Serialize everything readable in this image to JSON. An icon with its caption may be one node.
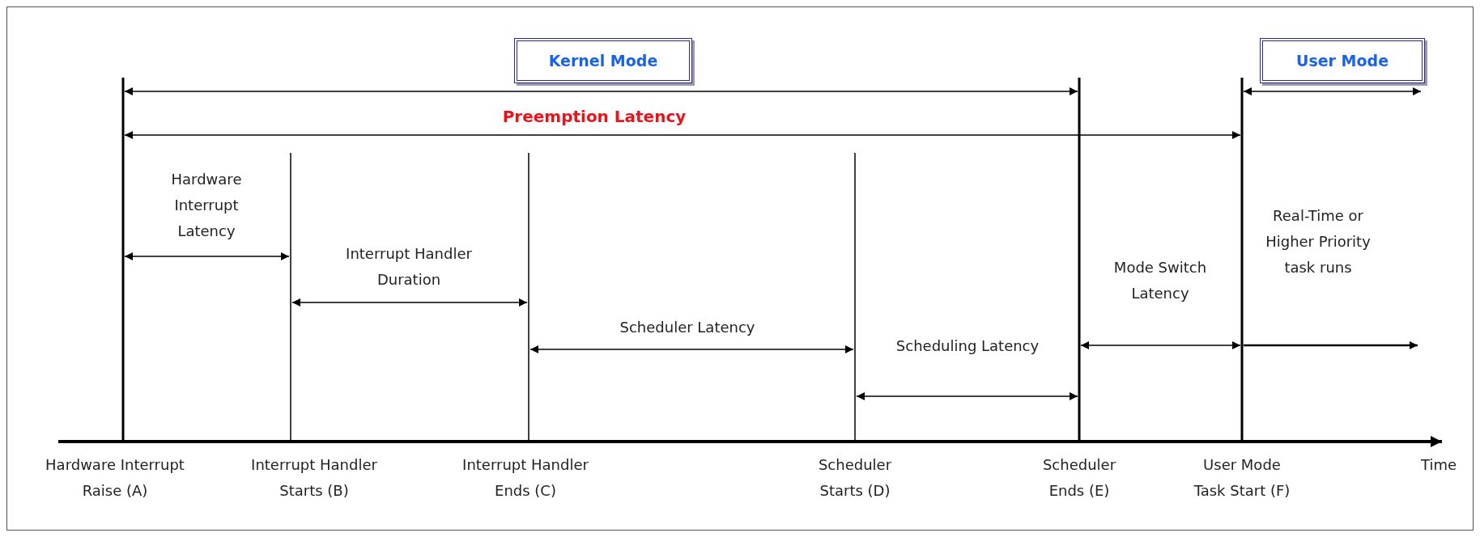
{
  "diagram": {
    "nodes": [
      {
        "text": [
          "Kernel Mode"
        ]
      },
      {
        "text": [
          "User Mode"
        ]
      }
    ],
    "labels": [
      "Preemption Latency",
      "Hardware Interrupt Latency",
      "Real-Time or Higher Priority task runs",
      "Interrupt Handler Duration",
      "Mode Switch Latency",
      "Scheduler Latency",
      "Scheduling Latency",
      "Hardware Interrupt Raise (A)",
      "Interrupt Handler Starts (B)",
      "Interrupt Handler Ends (C)",
      "Scheduler Starts (D)",
      "Scheduler Ends (E)",
      "User Mode Task Start (F)",
      "Time"
    ]
  }
}
